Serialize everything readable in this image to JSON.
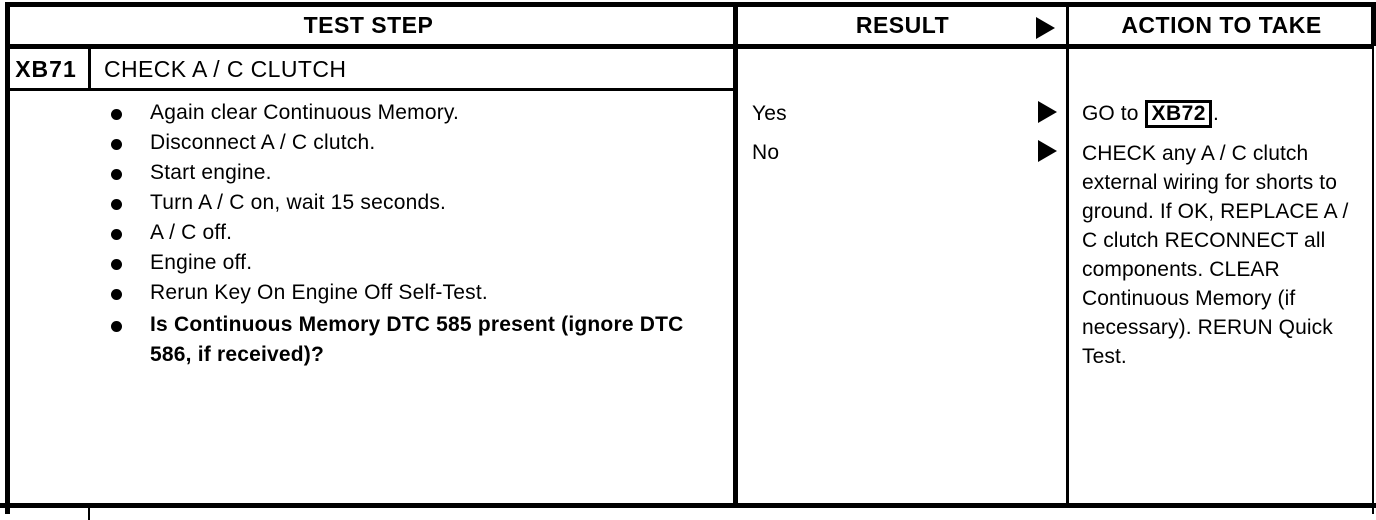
{
  "table": {
    "headers": {
      "test_step": "TEST STEP",
      "result": "RESULT",
      "action": "ACTION TO TAKE",
      "result_arrow_icon": "triangle-right-icon"
    },
    "step": {
      "id": "XB71",
      "title": "CHECK A / C CLUTCH",
      "items": [
        {
          "text": "Again clear Continuous Memory.",
          "bold": false
        },
        {
          "text": "Disconnect A / C clutch.",
          "bold": false
        },
        {
          "text": "Start engine.",
          "bold": false
        },
        {
          "text": "Turn A / C on, wait 15 seconds.",
          "bold": false
        },
        {
          "text": "A / C off.",
          "bold": false
        },
        {
          "text": "Engine off.",
          "bold": false
        },
        {
          "text": "Rerun Key On Engine Off Self-Test.",
          "bold": false
        },
        {
          "text": "Is Continuous Memory DTC 585 present (ignore DTC 586, if received)?",
          "bold": true
        }
      ]
    },
    "branches": [
      {
        "result": "Yes",
        "arrow_icon": "triangle-right-icon",
        "action_prefix": "GO to ",
        "action_ref": "XB72",
        "action_suffix": ".",
        "action_text": ""
      },
      {
        "result": "No",
        "arrow_icon": "triangle-right-icon",
        "action_prefix": "",
        "action_ref": "",
        "action_suffix": "",
        "action_text": "CHECK any A / C clutch external wiring for shorts to ground. If OK, REPLACE A / C clutch RECONNECT all components. CLEAR Continuous Memory (if necessary). RERUN Quick Test."
      }
    ]
  },
  "colors": {
    "ink": "#000000",
    "paper": "#ffffff"
  }
}
